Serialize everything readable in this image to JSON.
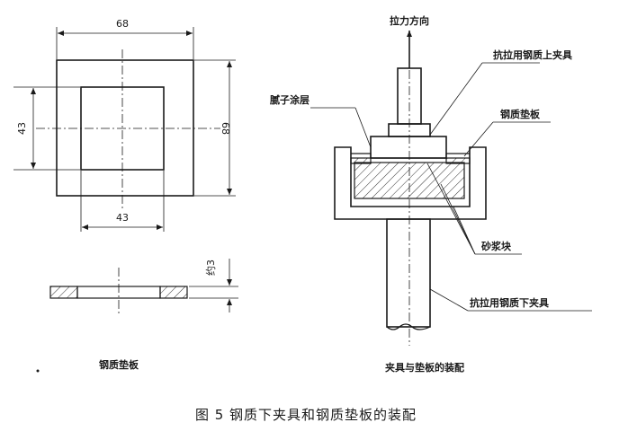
{
  "plate_top_view": {
    "dim_outer_width": "68",
    "dim_outer_height": "68",
    "dim_inner_height": "43",
    "dim_inner_width": "43"
  },
  "plate_section": {
    "thickness_label": "约3"
  },
  "labels": {
    "steel_plate_caption": "钢质垫板",
    "tension_direction": "拉力方向",
    "upper_fixture": "抗拉用钢质上夹具",
    "putty_layer": "腻子涂层",
    "steel_plate": "钢质垫板",
    "mortar_block": "砂浆块",
    "lower_fixture": "抗拉用钢质下夹具",
    "assembly_caption": "夹具与垫板的装配"
  },
  "figure_caption": "图 5   钢质下夹具和钢质垫板的装配"
}
